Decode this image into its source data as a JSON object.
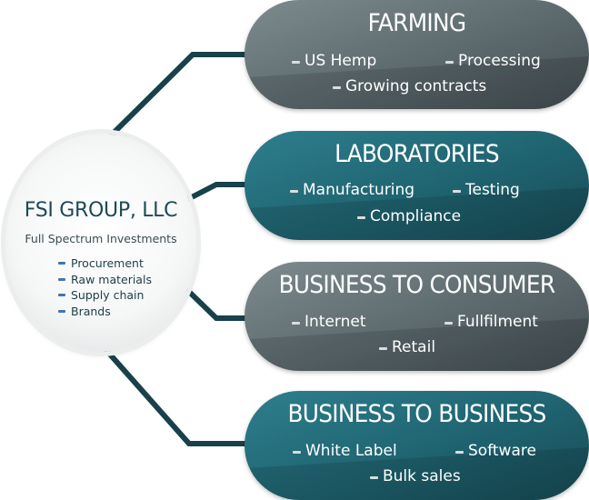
{
  "hub": {
    "title": "FSI GROUP, LLC",
    "subtitle": "Full Spectrum Investments",
    "items": [
      "Procurement",
      "Raw materials",
      "Supply chain",
      "Brands"
    ]
  },
  "sections": [
    {
      "title": "FARMING",
      "items": [
        "US Hemp",
        "Processing",
        "Growing contracts"
      ],
      "color": "#6b797d"
    },
    {
      "title": "LABORATORIES",
      "items": [
        "Manufacturing",
        "Testing",
        "Compliance"
      ],
      "color": "#23707e"
    },
    {
      "title": "BUSINESS TO CONSUMER",
      "items": [
        "Internet",
        "Fullfilment",
        "Retail"
      ],
      "color": "#6b797d"
    },
    {
      "title": "BUSINESS TO BUSINESS",
      "items": [
        "White Label",
        "Software",
        "Bulk sales"
      ],
      "color": "#23707e"
    }
  ],
  "colors": {
    "connector": "#18414a",
    "bullet": "#3f78b0"
  }
}
